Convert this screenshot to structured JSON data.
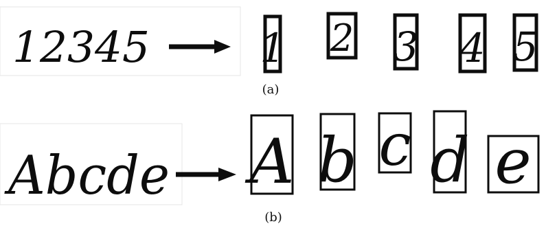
{
  "panels": [
    {
      "caption": "(a)",
      "source_word": "12345",
      "characters": [
        "1",
        "2",
        "3",
        "4",
        "5"
      ]
    },
    {
      "caption": "(b)",
      "source_word": "Abcde",
      "characters": [
        "A",
        "b",
        "c",
        "d",
        "e"
      ]
    }
  ]
}
